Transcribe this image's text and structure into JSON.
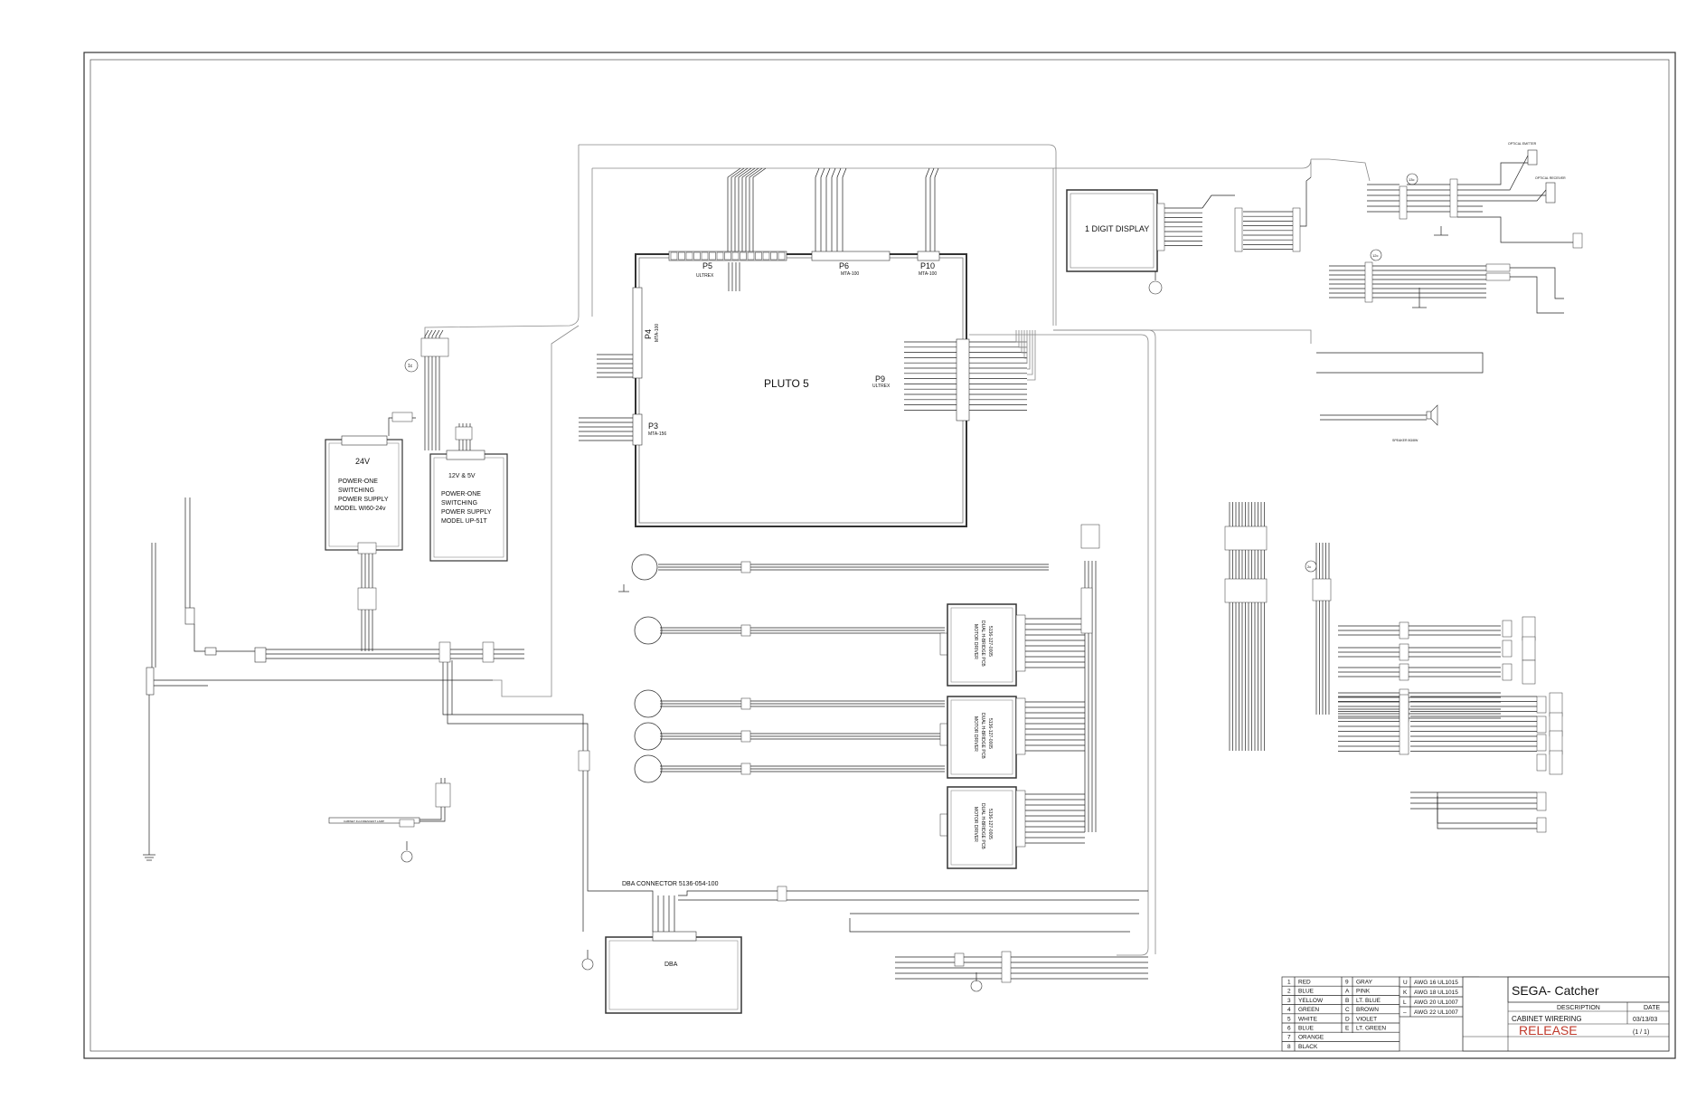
{
  "title_block": {
    "title": "SEGA- Catcher",
    "col_description": "DESCRIPTION",
    "col_date": "DATE",
    "description": "CABINET WIRERING",
    "date": "03/13/03",
    "status": "RELEASE",
    "sheet": "(1 / 1)"
  },
  "color_legend": [
    {
      "num": "1",
      "color": "RED",
      "code": "9",
      "code_color": "GRAY"
    },
    {
      "num": "2",
      "color": "BLUE",
      "code": "A",
      "code_color": "PINK"
    },
    {
      "num": "3",
      "color": "YELLOW",
      "code": "B",
      "code_color": "LT. BLUE"
    },
    {
      "num": "4",
      "color": "GREEN",
      "code": "C",
      "code_color": "BROWN"
    },
    {
      "num": "5",
      "color": "WHITE",
      "code": "D",
      "code_color": "VIOLET"
    },
    {
      "num": "6",
      "color": "BLUE",
      "code": "E",
      "code_color": "LT. GREEN"
    },
    {
      "num": "7",
      "color": "ORANGE",
      "code": "",
      "code_color": ""
    },
    {
      "num": "8",
      "color": "BLACK",
      "code": "",
      "code_color": ""
    }
  ],
  "wire_legend": [
    {
      "code": "U",
      "spec": "AWG 16  UL1015"
    },
    {
      "code": "K",
      "spec": "AWG 18  UL1015"
    },
    {
      "code": "L",
      "spec": "AWG 20  UL1007"
    },
    {
      "code": "–",
      "spec": "AWG 22  UL1007"
    }
  ],
  "boards": {
    "main": "PLUTO 5",
    "display": "1 DIGIT DISPLAY",
    "dba": "DBA",
    "dba_connector": "DBA CONNECTOR 5136-054-100"
  },
  "connectors": {
    "p5": "P5",
    "p5_type": "ULTREX",
    "p6": "P6",
    "p6_type": "MTA-100",
    "p10": "P10",
    "p10_type": "MTA-100",
    "p4": "P4",
    "p4_type": "MTA-100",
    "p3": "P3",
    "p3_type": "MTA-156",
    "p9": "P9",
    "p9_type": "ULTREX"
  },
  "power_supplies": {
    "ps1_voltage": "24V",
    "ps1_line1": "POWER-ONE",
    "ps1_line2": "SWITCHING",
    "ps1_line3": "POWER SUPPLY",
    "ps1_line4": "MODEL WI60-24v",
    "ps2_voltage": "12V & 5V",
    "ps2_line1": "POWER-ONE",
    "ps2_line2": "SWITCHING",
    "ps2_line3": "POWER SUPPLY",
    "ps2_line4": "MODEL UP-51T"
  },
  "drivers": {
    "d1_line1": "MOTOR DRIVER",
    "d1_line2": "DUAL H-BRIDGE PCB",
    "d1_line3": "5136-127-0005",
    "d2_line1": "MOTOR DRIVER",
    "d2_line2": "DUAL H-BRIDGE PCB",
    "d2_line3": "5136-127-0005",
    "d3_line1": "MOTOR DRIVER",
    "d3_line2": "DUAL H-BRIDGE PCB",
    "d3_line3": "5136-127-0005"
  },
  "callouts": {
    "c1": "1c",
    "c2": "13c",
    "c3": "12c",
    "c4": "2c"
  },
  "side_labels": {
    "speaker": "SPEAKER  8Ω/8W",
    "cabinet_lamp": "CABINET FLUORESCENT LAMP",
    "optical_emitter": "OPTICAL EMITTER",
    "optical_receiver": "OPTICAL RECEIVER"
  }
}
